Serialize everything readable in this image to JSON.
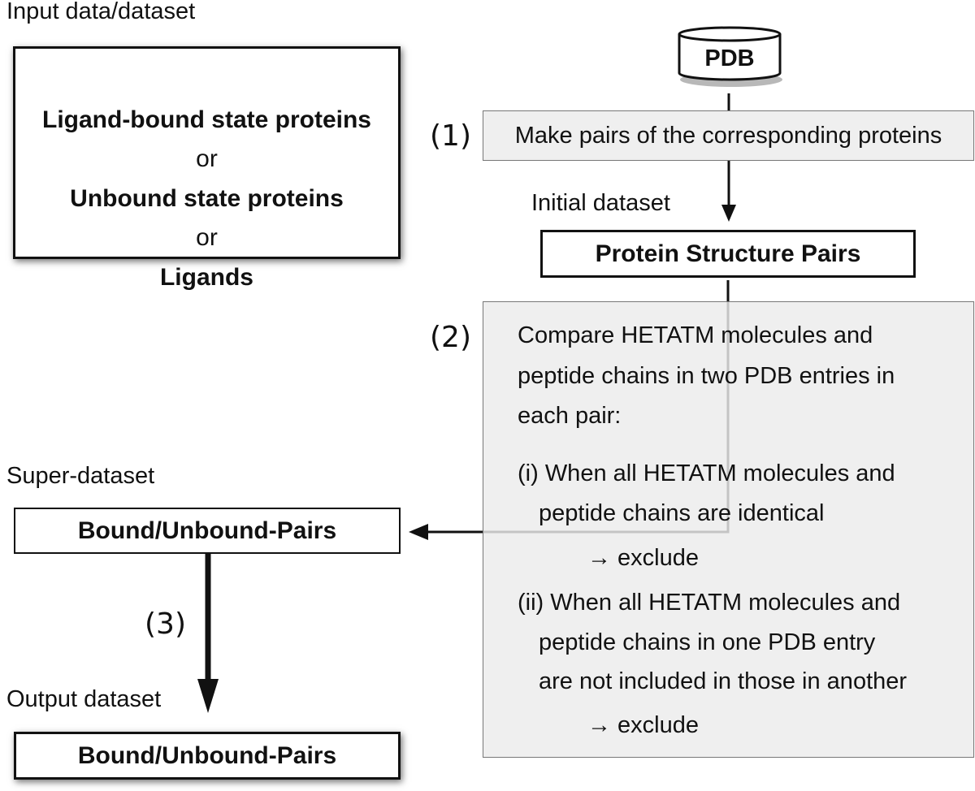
{
  "labels": {
    "input": "Input data/dataset",
    "initial": "Initial dataset",
    "super": "Super-dataset",
    "output": "Output dataset"
  },
  "input_box": {
    "line1": "Ligand-bound state proteins",
    "or1": "or",
    "line2": "Unbound state proteins",
    "or2": "or",
    "line3": "Ligands"
  },
  "database": {
    "name": "PDB"
  },
  "steps": {
    "step1": {
      "number": "(1)",
      "text": "Make pairs of the corresponding proteins"
    },
    "step2": {
      "number": "(2)",
      "intro": [
        "Compare HETATM molecules and",
        "peptide chains in two PDB entries in",
        "each pair:"
      ],
      "rule1": [
        "(i)  When all HETATM molecules and",
        "peptide chains are identical",
        "→ exclude"
      ],
      "rule2": [
        "(ii) When all HETATM molecules and",
        "peptide chains in one PDB entry",
        "are not included in those in another",
        "→ exclude"
      ]
    },
    "step3": {
      "number": "(3)"
    }
  },
  "boxes": {
    "protein_pairs": "Protein Structure Pairs",
    "super_pairs": "Bound/Unbound-Pairs",
    "output_pairs": "Bound/Unbound-Pairs"
  }
}
